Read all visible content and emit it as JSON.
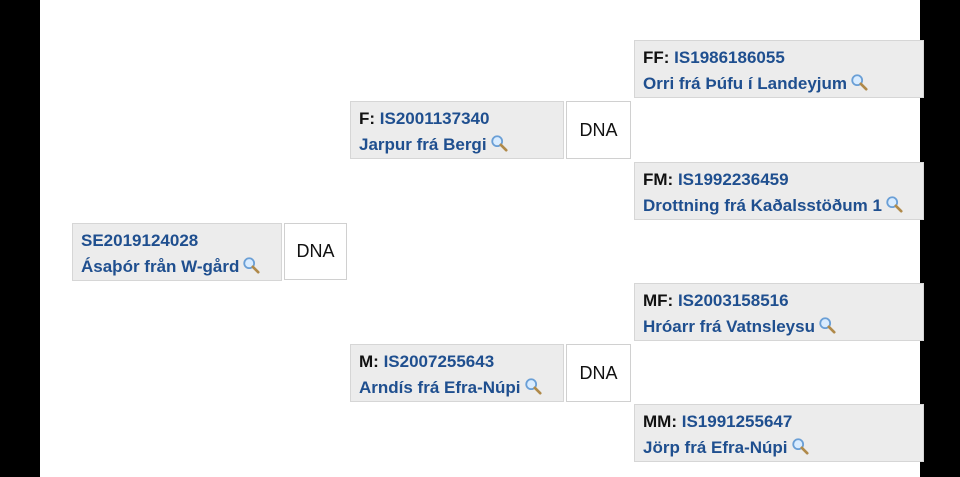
{
  "subject": {
    "reg": "SE2019124028",
    "name": "Ásaþór från W-gård",
    "dna": "DNA"
  },
  "sire": {
    "label": "F:",
    "reg": "IS2001137340",
    "name": "Jarpur frá Bergi",
    "dna": "DNA"
  },
  "dam": {
    "label": "M:",
    "reg": "IS2007255643",
    "name": "Arndís frá Efra-Núpi",
    "dna": "DNA"
  },
  "ff": {
    "label": "FF:",
    "reg": "IS1986186055",
    "name": "Orri frá Þúfu í Landeyjum"
  },
  "fm": {
    "label": "FM:",
    "reg": "IS1992236459",
    "name": "Drottning frá Kaðalsstöðum 1"
  },
  "mf": {
    "label": "MF:",
    "reg": "IS2003158516",
    "name": "Hróarr frá Vatnsleysu"
  },
  "mm": {
    "label": "MM:",
    "reg": "IS1991255647",
    "name": "Jörp frá Efra-Núpi"
  },
  "icons": {
    "search": "magnifier-icon"
  },
  "colors": {
    "link": "#1f4f8f",
    "box_bg": "#ececec",
    "frame": "#000000"
  }
}
